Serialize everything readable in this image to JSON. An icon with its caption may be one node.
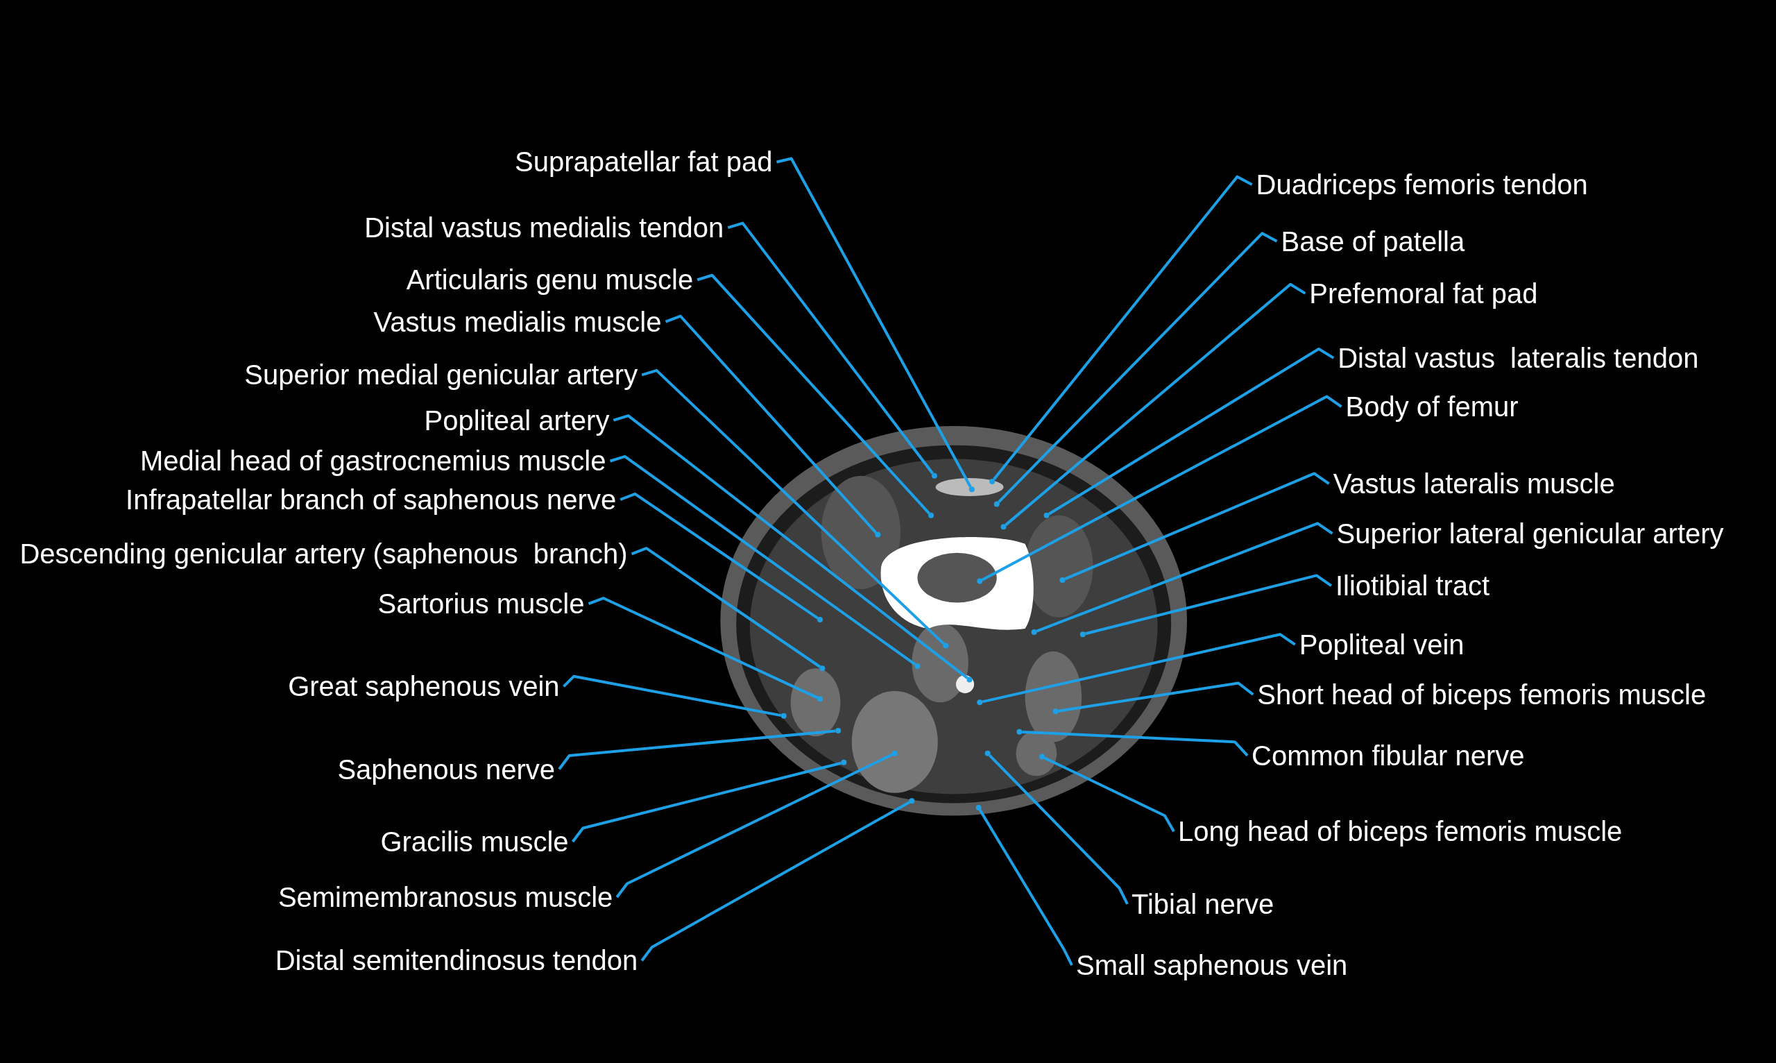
{
  "diagram": {
    "nodes": [
      {
        "text": [
          "Suprapatellar fat pad"
        ]
      },
      {
        "text": [
          "Distal vastus medialis tendon"
        ]
      },
      {
        "text": [
          "Articularis genu muscle"
        ]
      },
      {
        "text": [
          "Vastus medialis muscle"
        ]
      },
      {
        "text": [
          "Superior medial genicular artery"
        ]
      },
      {
        "text": [
          "Popliteal artery"
        ]
      },
      {
        "text": [
          "Medial head of gastrocnemius muscle"
        ]
      },
      {
        "text": [
          "Infrapatellar branch of saphenous nerve"
        ]
      },
      {
        "text": [
          "Descending genicular artery (saphenous  branch)"
        ]
      },
      {
        "text": [
          "Sartorius muscle"
        ]
      },
      {
        "text": [
          "Great saphenous vein"
        ]
      },
      {
        "text": [
          "Saphenous nerve"
        ]
      },
      {
        "text": [
          "Gracilis muscle"
        ]
      },
      {
        "text": [
          "Semimembranosus muscle"
        ]
      },
      {
        "text": [
          "Distal semitendinosus tendon"
        ]
      },
      {
        "text": [
          "Duadriceps femoris tendon"
        ]
      },
      {
        "text": [
          "Base of patella"
        ]
      },
      {
        "text": [
          "Prefemoral fat pad"
        ]
      },
      {
        "text": [
          "Distal vastus  lateralis tendon"
        ]
      },
      {
        "text": [
          "Body of femur"
        ]
      },
      {
        "text": [
          "Vastus lateralis muscle"
        ]
      },
      {
        "text": [
          "Superior lateral genicular artery"
        ]
      },
      {
        "text": [
          "Iliotibial tract"
        ]
      },
      {
        "text": [
          "Popliteal vein"
        ]
      },
      {
        "text": [
          "Short head of biceps femoris muscle"
        ]
      },
      {
        "text": [
          "Common fibular nerve"
        ]
      },
      {
        "text": [
          "Long head of biceps femoris muscle"
        ]
      },
      {
        "text": [
          "Tibial nerve"
        ]
      },
      {
        "text": [
          "Small saphenous vein"
        ]
      },
      {
        "text": [],
        "shape": "circle"
      },
      {
        "text": [],
        "shape": "circle"
      },
      {
        "text": [],
        "shape": "circle"
      },
      {
        "text": [],
        "shape": "circle"
      },
      {
        "text": [],
        "shape": "circle"
      },
      {
        "text": [],
        "shape": "circle"
      },
      {
        "text": [],
        "shape": "circle"
      },
      {
        "text": [],
        "shape": "circle"
      },
      {
        "text": [],
        "shape": "circle"
      },
      {
        "text": [],
        "shape": "circle"
      },
      {
        "text": [],
        "shape": "circle"
      },
      {
        "text": [],
        "shape": "circle"
      },
      {
        "text": [],
        "shape": "circle"
      },
      {
        "text": [],
        "shape": "circle"
      },
      {
        "text": [],
        "shape": "circle"
      },
      {
        "text": [],
        "shape": "circle"
      },
      {
        "text": [],
        "shape": "circle"
      },
      {
        "text": [],
        "shape": "circle"
      },
      {
        "text": [],
        "shape": "circle"
      },
      {
        "text": [],
        "shape": "circle"
      },
      {
        "text": [],
        "shape": "circle"
      },
      {
        "text": [],
        "shape": "circle"
      },
      {
        "text": [],
        "shape": "circle"
      },
      {
        "text": [],
        "shape": "circle"
      },
      {
        "text": [],
        "shape": "circle"
      },
      {
        "text": [],
        "shape": "circle"
      },
      {
        "text": [],
        "shape": "circle"
      },
      {
        "text": [],
        "shape": "circle"
      },
      {
        "text": [],
        "shape": "circle"
      }
    ],
    "edges": [
      {
        "from": 0,
        "to": 29,
        "arrow": "none"
      },
      {
        "from": 1,
        "to": 30,
        "arrow": "none"
      },
      {
        "from": 2,
        "to": 31,
        "arrow": "none"
      },
      {
        "from": 3,
        "to": 32,
        "arrow": "none"
      },
      {
        "from": 4,
        "to": 33,
        "arrow": "none"
      },
      {
        "from": 5,
        "to": 34,
        "arrow": "none"
      },
      {
        "from": 6,
        "to": 35,
        "arrow": "none"
      },
      {
        "from": 7,
        "to": 36,
        "arrow": "none"
      },
      {
        "from": 8,
        "to": 37,
        "arrow": "none"
      },
      {
        "from": 9,
        "to": 38,
        "arrow": "none"
      },
      {
        "from": 10,
        "to": 39,
        "arrow": "none"
      },
      {
        "from": 11,
        "to": 40,
        "arrow": "none"
      },
      {
        "from": 12,
        "to": 41,
        "arrow": "none"
      },
      {
        "from": 13,
        "to": 42,
        "arrow": "none"
      },
      {
        "from": 14,
        "to": 43,
        "arrow": "none"
      },
      {
        "from": 15,
        "to": 44,
        "arrow": "none"
      },
      {
        "from": 16,
        "to": 45,
        "arrow": "none"
      },
      {
        "from": 17,
        "to": 46,
        "arrow": "none"
      },
      {
        "from": 18,
        "to": 47,
        "arrow": "none"
      },
      {
        "from": 19,
        "to": 48,
        "arrow": "none"
      },
      {
        "from": 20,
        "to": 49,
        "arrow": "none"
      },
      {
        "from": 21,
        "to": 50,
        "arrow": "none"
      },
      {
        "from": 22,
        "to": 51,
        "arrow": "none"
      },
      {
        "from": 23,
        "to": 52,
        "arrow": "none"
      },
      {
        "from": 24,
        "to": 53,
        "arrow": "none"
      },
      {
        "from": 25,
        "to": 54,
        "arrow": "none"
      },
      {
        "from": 26,
        "to": 55,
        "arrow": "none"
      },
      {
        "from": 27,
        "to": 56,
        "arrow": "none"
      },
      {
        "from": 28,
        "to": 57,
        "arrow": "none"
      }
    ]
  }
}
